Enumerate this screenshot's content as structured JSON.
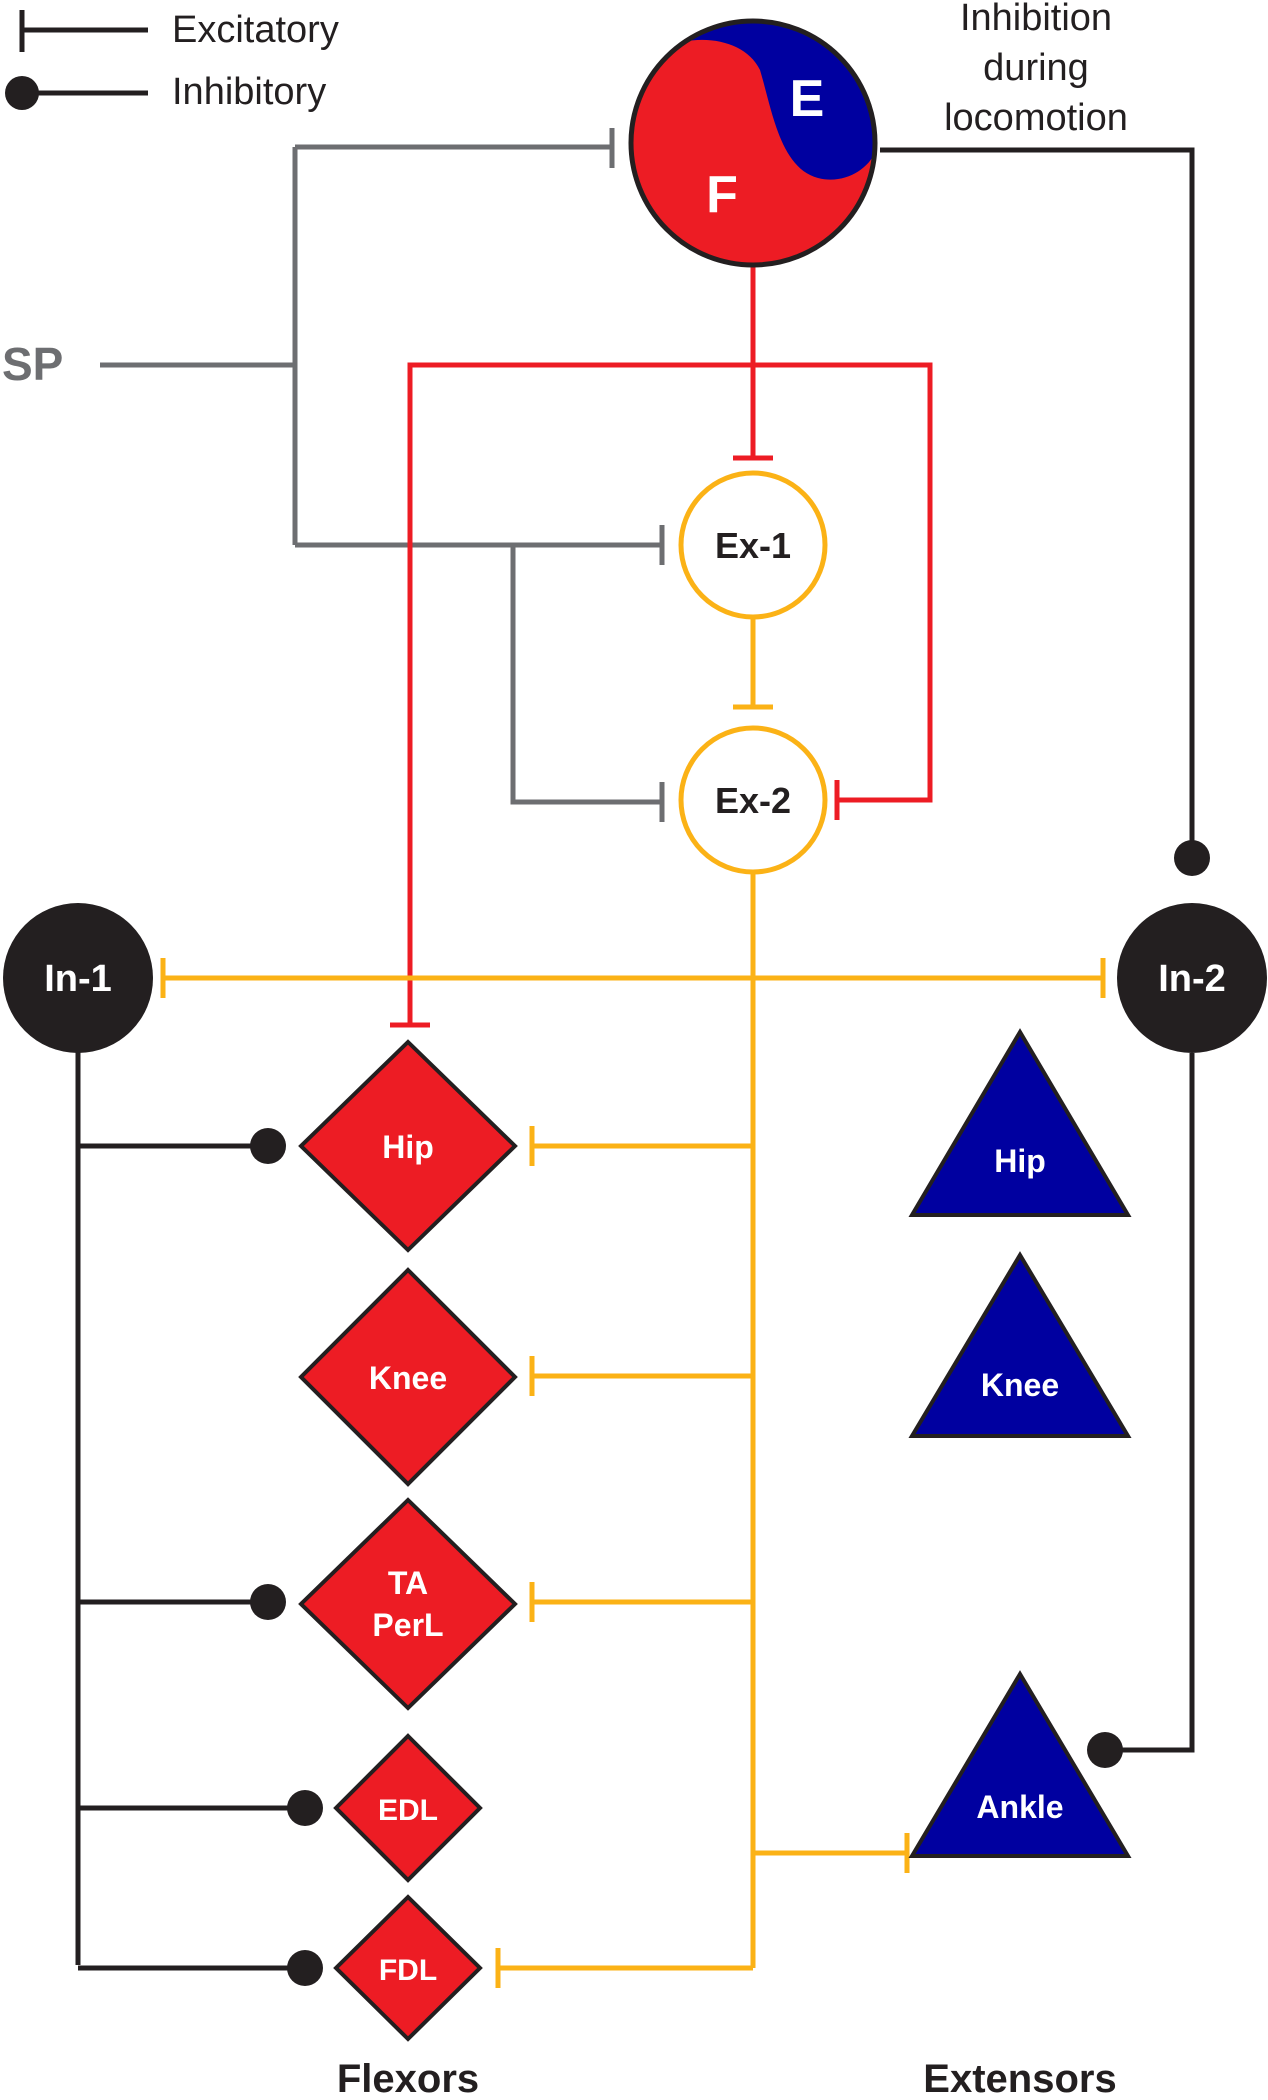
{
  "legend": {
    "excitatory": "Excitatory",
    "inhibitory": "Inhibitory"
  },
  "cpg": {
    "top_label": "E",
    "bottom_label": "F",
    "inhibition_lines": [
      "Inhibition",
      "during",
      "locomotion"
    ]
  },
  "sp": "SP",
  "nodes": {
    "ex1": "Ex-1",
    "ex2": "Ex-2",
    "in1": "In-1",
    "in2": "In-2"
  },
  "flexor_muscles": {
    "hip": "Hip",
    "knee": "Knee",
    "ta": "TA",
    "perl": "PerL",
    "edl": "EDL",
    "fdl": "FDL"
  },
  "extensor_muscles": {
    "hip": "Hip",
    "knee": "Knee",
    "ankle": "Ankle"
  },
  "footer": {
    "flexors": "Flexors",
    "extensors": "Extensors"
  },
  "colors": {
    "red": "#ED1C24",
    "blue": "#0000A0",
    "orange": "#FBB216",
    "gray": "#6D6E71",
    "black": "#231F20"
  }
}
